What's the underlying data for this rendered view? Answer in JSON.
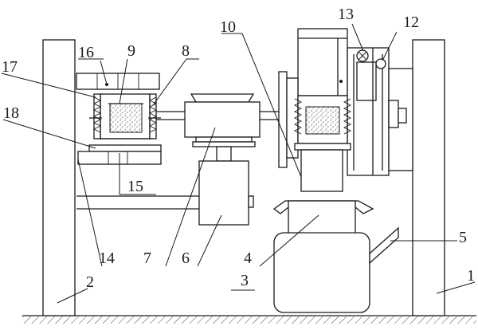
{
  "labels": {
    "n1": "1",
    "n2": "2",
    "n3": "3",
    "n4": "4",
    "n5": "5",
    "n6": "6",
    "n7": "7",
    "n8": "8",
    "n9": "9",
    "n10": "10",
    "n12": "12",
    "n13": "13",
    "n14": "14",
    "n15": "15",
    "n16": "16",
    "n17": "17",
    "n18": "18"
  }
}
